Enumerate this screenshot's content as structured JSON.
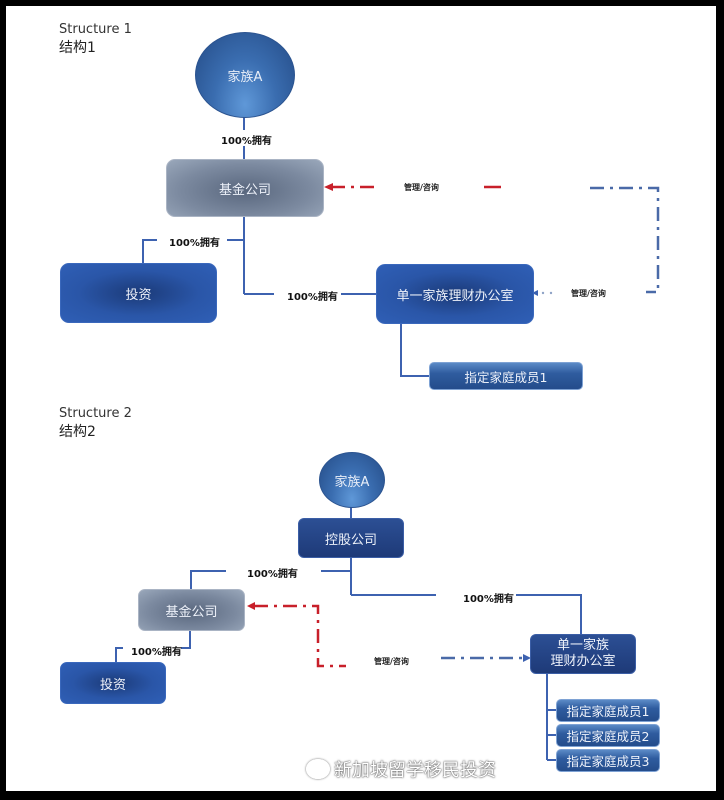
{
  "structure1": {
    "title_en": "Structure 1",
    "title_zh": "结构1",
    "family": "家族A",
    "fund_company": "基金公司",
    "investment": "投资",
    "sfo": "单一家族理财办公室",
    "member1": "指定家庭成员1",
    "own_label_top": "100%拥有",
    "own_label_invest": "100%拥有",
    "own_label_sfo": "100%拥有",
    "mgmt_label_top": "管理/咨询",
    "mgmt_label_right": "管理/咨询"
  },
  "structure2": {
    "title_en": "Structure 2",
    "title_zh": "结构2",
    "family": "家族A",
    "holding_company": "控股公司",
    "fund_company": "基金公司",
    "investment": "投资",
    "sfo": "单一家族\n理财办公室",
    "sfo_line1": "单一家族",
    "sfo_line2": "理财办公室",
    "members": [
      "指定家庭成员1",
      "指定家庭成员2",
      "指定家庭成员3"
    ],
    "own_label_fund": "100%拥有",
    "own_label_invest": "100%拥有",
    "own_label_sfo": "100%拥有",
    "mgmt_label": "管理/咨询"
  },
  "watermark": "新加坡留学移民投资",
  "colors": {
    "connector_blue": "#3d62b0",
    "mgmt_red": "#c8202a",
    "mgmt_blue": "#4a6aa8"
  }
}
